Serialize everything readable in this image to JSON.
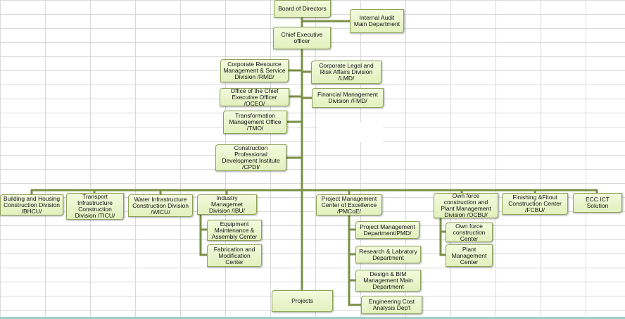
{
  "org_chart": {
    "board": "Board of Directors",
    "audit": "Internal  Audit\nMain Department",
    "ceo": "Chief Executive\nofficer",
    "staff": {
      "crmsd": "Corporate Resource\nManagement & Service\nDivision /RMD/",
      "legal": "Corporate Legal and\nRisk Affairs Division\n/LMD/",
      "oceo": "Office of the Chief\nExecutive Officer /OCEO/",
      "fmd": "Financial Management\nDivision /FMD/",
      "tmo": "Transformation\nManagement Office\n/TMO/",
      "cpdi": "Construction\nProfessional\nDevelopment Institute\n/CPDI/"
    },
    "divisions": {
      "bhcu": "Building and Housing\nConstruction Division\n/BHCU/",
      "ticu": "Transport\nInfrastructure\nConstruction\nDivision /TICU/",
      "wicu": "Water Infrastructure\nConstruction Division\n/WICU/",
      "ibu": "Industry Managemet\nDivision /IBU/",
      "pmcoe": "Project Management\nCenter of Excellence\n/PMCoE/",
      "ocbu": "Own force\nconstruction and\nPlant Management\nDivision /OCBU/",
      "fcbu": "Finishing &Fitout\nConstruction Center\n/FCBU/",
      "ict": "ECC ICT Solution"
    },
    "ibu_children": {
      "equipment": "Equipment\nMaintenance &\nAssembly Center",
      "fabrication": "Fabrication and\nModification\nCenter"
    },
    "pmcoe_children": {
      "pmd": "Project Management\nDepartment/PMD/",
      "research": "Research & Labratory\nDepartment",
      "bim": "Design & BIM\nManagement  Main\nDepartment",
      "cost": "Engineering Cost\nAnalysis Dep't"
    },
    "ocbu_children": {
      "ownforce": "Own force\nconstruction\nCenter",
      "plant": "Plant\nManagement\nCenter"
    },
    "projects": "Projects"
  },
  "colors": {
    "node_fill_top": "#f3fadd",
    "node_fill_bottom": "#e2f0bd",
    "node_border": "#8ea25a",
    "connector": "#7b8f45"
  }
}
